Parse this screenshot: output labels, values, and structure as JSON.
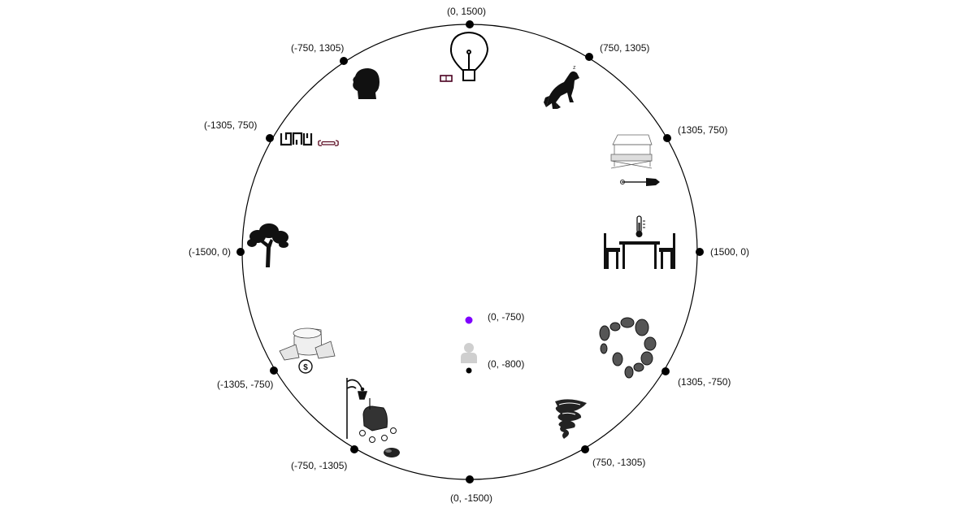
{
  "diagram": {
    "center_marker_color": "#7f00ff",
    "points": [
      {
        "id": "n",
        "label": "(0, 1500)",
        "icon": "light-bulb-icon"
      },
      {
        "id": "nne",
        "label": "(750, 1305)",
        "icon": "stretching-dog-icon"
      },
      {
        "id": "ene",
        "label": "(1305, 750)",
        "icon": "market-stall-icon"
      },
      {
        "id": "e",
        "label": "(1500, 0)",
        "icon": "dining-table-icon"
      },
      {
        "id": "ese",
        "label": "(1305, -750)",
        "icon": "stone-ring-icon"
      },
      {
        "id": "sse",
        "label": "(750, -1305)",
        "icon": "tornado-icon"
      },
      {
        "id": "s",
        "label": "(0, -1500)",
        "icon": ""
      },
      {
        "id": "ssw",
        "label": "(-750, -1305)",
        "icon": "street-lamp-icon"
      },
      {
        "id": "wsw",
        "label": "(-1305, -750)",
        "icon": "cheese-icon"
      },
      {
        "id": "w",
        "label": "(-1500, 0)",
        "icon": "tree-icon"
      },
      {
        "id": "wnw",
        "label": "(-1305, 750)",
        "icon": "greek-key-pattern-icon"
      },
      {
        "id": "nnw",
        "label": "(-750, 1305)",
        "icon": "head-silhouette-icon"
      }
    ],
    "inner_points": [
      {
        "id": "violet",
        "label": "(0, -750)",
        "color": "#7f00ff"
      },
      {
        "id": "person",
        "label": "(0, -800)",
        "icon": "person-placeholder-icon"
      }
    ],
    "extra_icons": [
      "battery-icon",
      "dog-bone-icon",
      "shovel-icon",
      "thermometer-icon",
      "dollar-coin-icon",
      "baby-stroller-icon",
      "pebble-icon"
    ]
  }
}
